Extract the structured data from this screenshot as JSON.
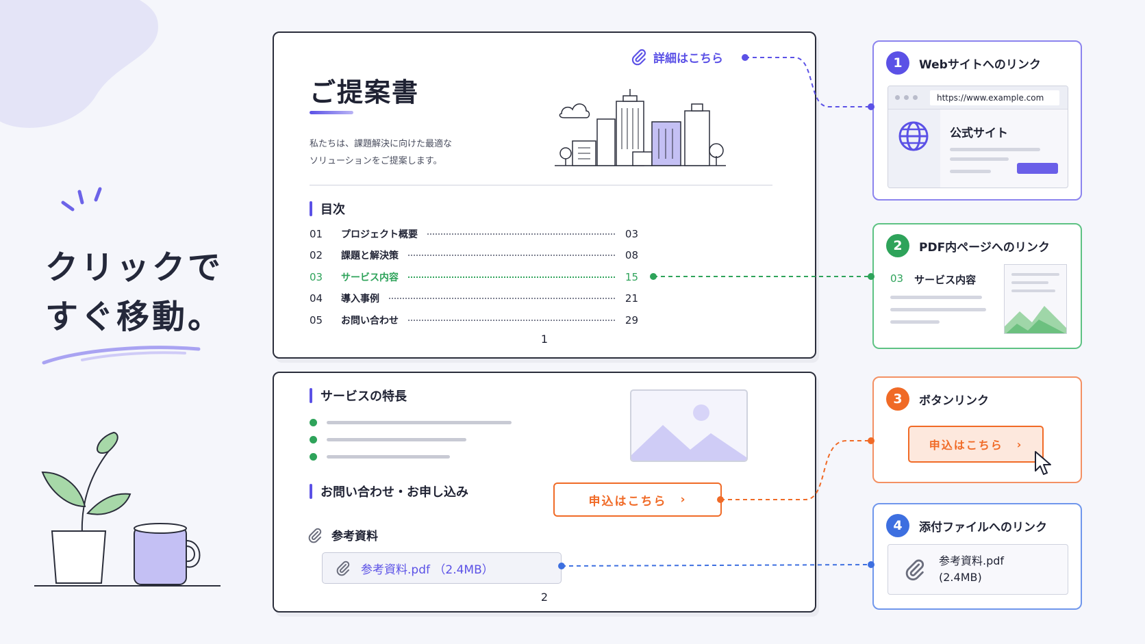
{
  "hero": {
    "line1": "クリックで",
    "line2": "すぐ移動。"
  },
  "page1": {
    "title": "ご提案書",
    "intro_line1": "私たちは、課題解決に向けた最適な",
    "intro_line2": "ソリューションをご提案します。",
    "detail_link": "詳細はこちら",
    "toc_heading": "目次",
    "toc": [
      {
        "num": "01",
        "label": "プロジェクト概要",
        "page": "03"
      },
      {
        "num": "02",
        "label": "課題と解決策",
        "page": "08"
      },
      {
        "num": "03",
        "label": "サービス内容",
        "page": "15",
        "active": true
      },
      {
        "num": "04",
        "label": "導入事例",
        "page": "21"
      },
      {
        "num": "05",
        "label": "お問い合わせ",
        "page": "29"
      }
    ],
    "page_number": "1"
  },
  "page2": {
    "features_heading": "サービスの特長",
    "contact_heading": "お問い合わせ・お申し込み",
    "apply_button": "申込はこちら",
    "reference_heading": "参考資料",
    "attachment": "参考資料.pdf （2.4MB）",
    "page_number": "2"
  },
  "cards": {
    "web": {
      "badge": "1",
      "title": "Webサイトへのリンク",
      "url": "https://www.example.com",
      "site_title": "公式サイト",
      "color": "#5b51e6"
    },
    "pdf": {
      "badge": "2",
      "title": "PDF内ページへのリンク",
      "item_num": "03",
      "item_label": "サービス内容",
      "color": "#2ea35a"
    },
    "button": {
      "badge": "3",
      "title": "ボタンリンク",
      "button_label": "申込はこちら",
      "color": "#f06a26"
    },
    "file": {
      "badge": "4",
      "title": "添付ファイルへのリンク",
      "file_name": "参考資料.pdf",
      "file_size": "(2.4MB)",
      "color": "#3d6fe0"
    }
  }
}
